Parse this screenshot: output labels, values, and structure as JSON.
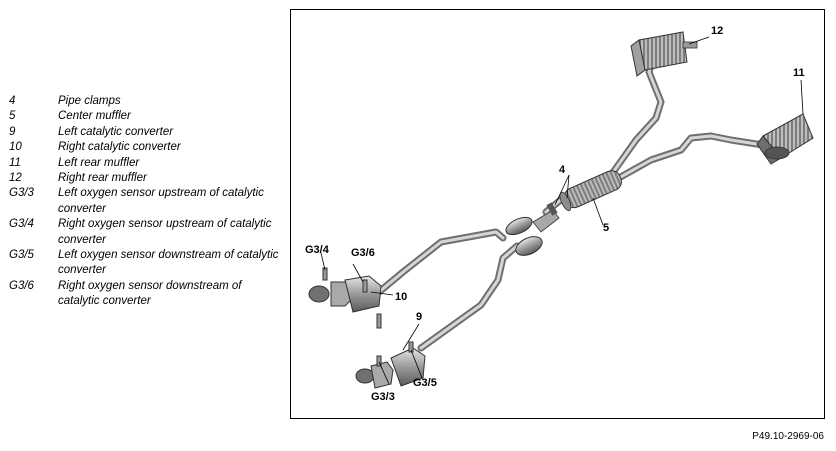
{
  "legend": [
    {
      "num": "4",
      "text": "Pipe clamps"
    },
    {
      "num": "5",
      "text": "Center muffler"
    },
    {
      "num": "9",
      "text": "Left catalytic converter"
    },
    {
      "num": "10",
      "text": "Right catalytic converter"
    },
    {
      "num": "11",
      "text": "Left rear muffler"
    },
    {
      "num": "12",
      "text": "Right rear muffler"
    },
    {
      "num": "G3/3",
      "text": "Left oxygen sensor upstream of catalytic converter"
    },
    {
      "num": "G3/4",
      "text": "Right oxygen sensor upstream of catalytic converter"
    },
    {
      "num": "G3/5",
      "text": "Left oxygen sensor downstream of catalytic converter"
    },
    {
      "num": "G3/6",
      "text": "Right oxygen sensor downstream of catalytic converter"
    }
  ],
  "callouts": {
    "c4": "4",
    "c5": "5",
    "c9": "9",
    "c10": "10",
    "c11": "11",
    "c12": "12",
    "g33": "G3/3",
    "g34": "G3/4",
    "g35": "G3/5",
    "g36": "G3/6"
  },
  "reference": "P49.10-2969-06",
  "colors": {
    "pipe": "#8a8a8a",
    "pipe_light": "#d2d2d2",
    "outline": "#333333"
  }
}
